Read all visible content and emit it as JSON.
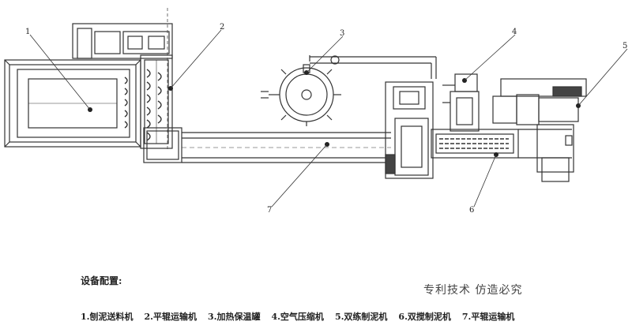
{
  "callouts": [
    "1",
    "2",
    "3",
    "4",
    "5",
    "6",
    "7"
  ],
  "config_title": "设备配置:",
  "patent_notice": "专利技术  仿造必究",
  "legend_items": [
    "1.刨泥送料机",
    "2.平辊运输机",
    "3.加热保温罐",
    "4.空气压缩机",
    "5.双练制泥机",
    "6.双搅制泥机",
    "7.平辊运输机"
  ]
}
